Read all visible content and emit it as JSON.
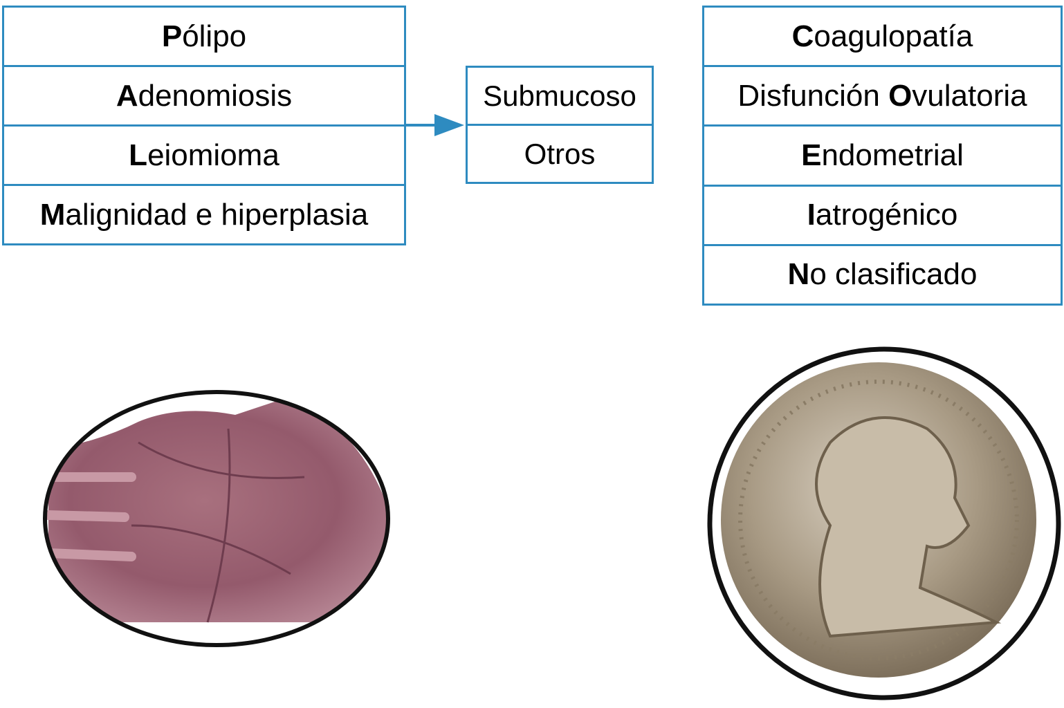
{
  "palm": [
    {
      "initial": "P",
      "rest": "ólipo"
    },
    {
      "initial": "A",
      "rest": "denomiosis"
    },
    {
      "initial": "L",
      "rest": "eiomioma"
    },
    {
      "initial": "M",
      "rest": "alignidad e hiperplasia"
    }
  ],
  "leiomioma_subtypes": [
    "Submucoso",
    "Otros"
  ],
  "coein": [
    {
      "initial": "C",
      "rest": "oagulopatía",
      "suffix_plain": "",
      "suffix_bold": "",
      "suffix_rest": ""
    },
    {
      "initial": "",
      "rest": "Disfunción ",
      "suffix_bold": "O",
      "suffix_rest": "vulatoria"
    },
    {
      "initial": "E",
      "rest": "ndometrial",
      "suffix_bold": "",
      "suffix_rest": ""
    },
    {
      "initial": "I",
      "rest": "atrogénico",
      "suffix_bold": "",
      "suffix_rest": ""
    },
    {
      "initial": "N",
      "rest": "o clasificado",
      "suffix_bold": "",
      "suffix_rest": ""
    }
  ],
  "colors": {
    "border": "#2e8bc0",
    "arrow": "#2e8bc0"
  },
  "images": {
    "left": "palm-of-hand",
    "right": "ancient-coin"
  }
}
